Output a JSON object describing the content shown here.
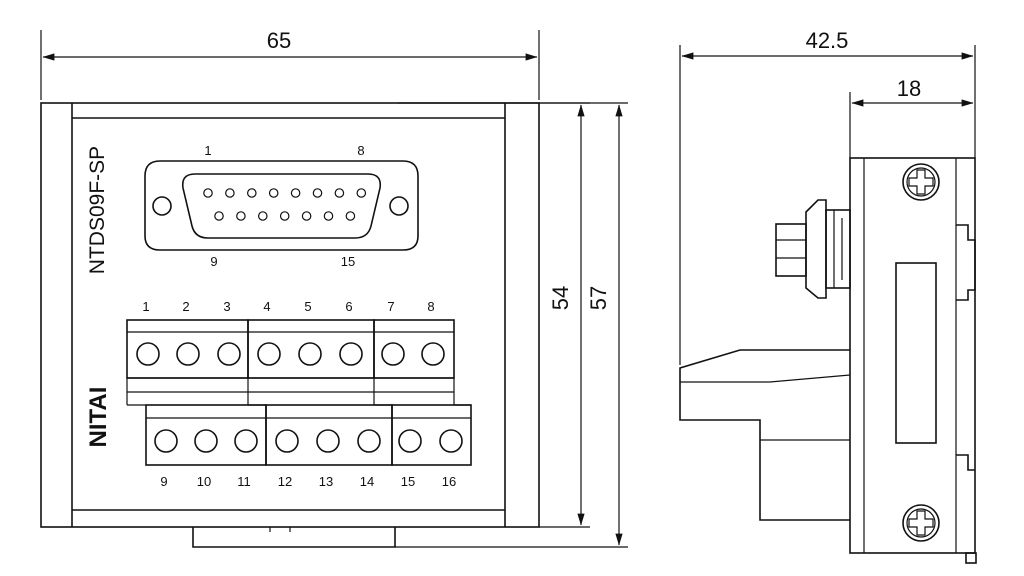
{
  "dimensions": {
    "width": "65",
    "height_inner": "54",
    "height_outer": "57",
    "depth": "42.5",
    "depth_partial": "18"
  },
  "labels": {
    "model": "NTDS09F-SP",
    "brand": "NITAI"
  },
  "connector": {
    "pin_first_top": "1",
    "pin_last_top": "8",
    "pin_first_bottom": "9",
    "pin_last_bottom": "15"
  },
  "terminals": {
    "top": [
      "1",
      "2",
      "3",
      "4",
      "5",
      "6",
      "7",
      "8"
    ],
    "bottom": [
      "9",
      "10",
      "11",
      "12",
      "13",
      "14",
      "15",
      "16"
    ]
  }
}
